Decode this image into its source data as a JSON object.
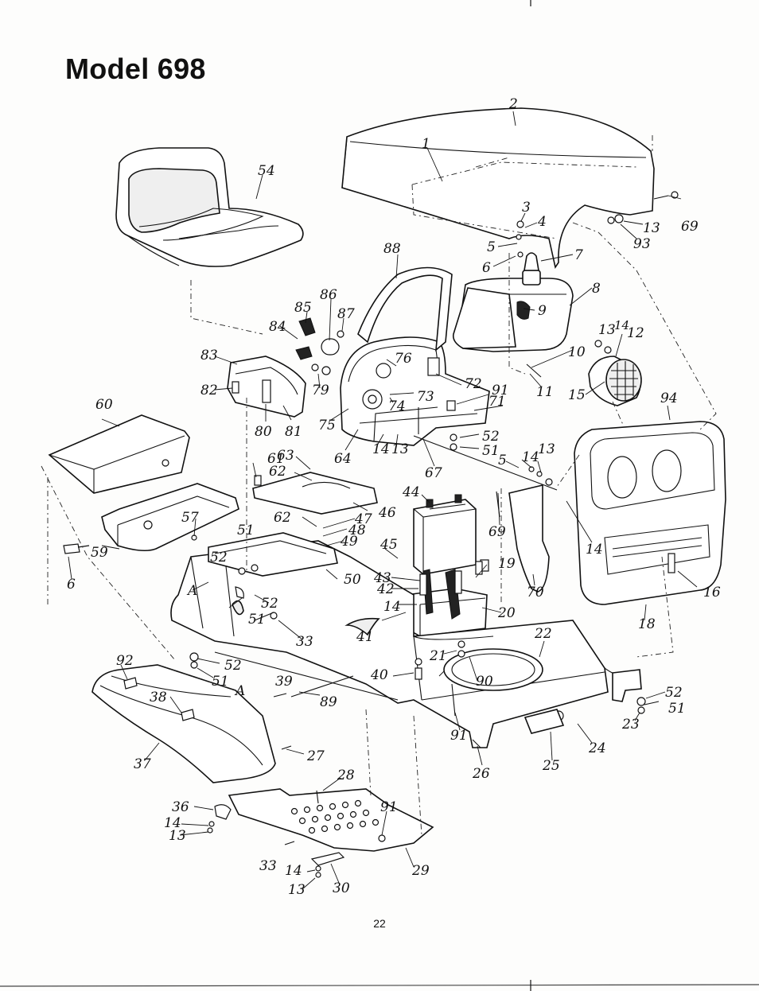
{
  "title": "Model 698",
  "page_number": "22",
  "callouts": {
    "c1": "1",
    "c2": "2",
    "c3": "3",
    "c4": "4",
    "c5": "5",
    "c6": "6",
    "c7": "7",
    "c8": "8",
    "c9": "9",
    "c10": "10",
    "c11": "11",
    "c12": "12",
    "c13": "13",
    "c14": "14",
    "c15": "15",
    "c16": "16",
    "c18": "18",
    "c19": "19",
    "c20": "20",
    "c21": "21",
    "c22": "22",
    "c23": "23",
    "c24": "24",
    "c25": "25",
    "c26": "26",
    "c27": "27",
    "c28": "28",
    "c29": "29",
    "c30": "30",
    "c33": "33",
    "c36": "36",
    "c37": "37",
    "c38": "38",
    "c39": "39",
    "c40": "40",
    "c41": "41",
    "c42": "42",
    "c43": "43",
    "c44": "44",
    "c45": "45",
    "c46": "46",
    "c47": "47",
    "c48": "48",
    "c49": "49",
    "c50": "50",
    "c51": "51",
    "c52": "52",
    "c54": "54",
    "c57": "57",
    "c59": "59",
    "c60": "60",
    "c61": "61",
    "c62": "62",
    "c63": "63",
    "c64": "64",
    "c67": "67",
    "c69": "69",
    "c70": "70",
    "c71": "71",
    "c72": "72",
    "c73": "73",
    "c74": "74",
    "c75": "75",
    "c76": "76",
    "c79": "79",
    "c80": "80",
    "c81": "81",
    "c82": "82",
    "c83": "83",
    "c84": "84",
    "c85": "85",
    "c86": "86",
    "c87": "87",
    "c88": "88",
    "c89": "89",
    "c90": "90",
    "c91": "91",
    "c92": "92",
    "c93": "93",
    "c94": "94",
    "cA": "A"
  }
}
